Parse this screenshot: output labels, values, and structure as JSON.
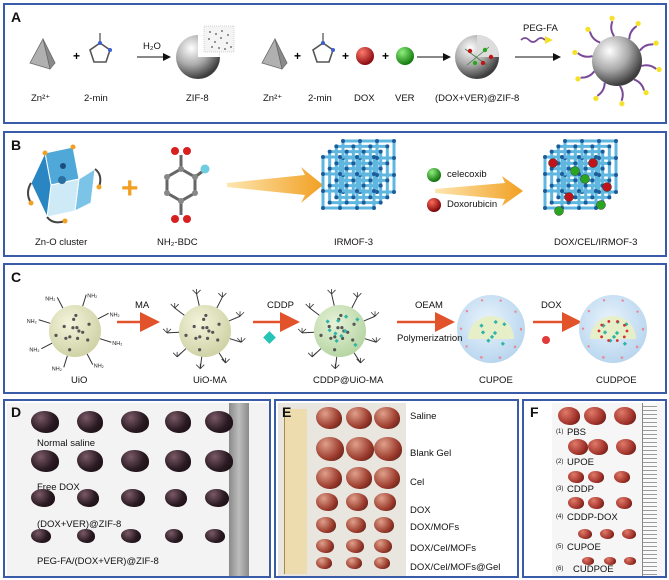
{
  "panels": {
    "A": {
      "label": "A",
      "items": {
        "zn1": "Zn²⁺",
        "min1": "2-min",
        "h2o": "H₂O",
        "zif8": "ZIF-8",
        "zn2": "Zn²⁺",
        "min2": "2-min",
        "dox": "DOX",
        "ver": "VER",
        "product": "(DOX+VER)@ZIF-8",
        "pegfa": "PEG-FA"
      }
    },
    "B": {
      "label": "B",
      "items": {
        "cluster": "Zn-O cluster",
        "linker": "NH₂-BDC",
        "irmof": "IRMOF-3",
        "celecoxib": "celecoxib",
        "doxorubicin": "Doxorubicin",
        "product": "DOX/CEL/IRMOF-3"
      }
    },
    "C": {
      "label": "C",
      "items": {
        "uio": "UiO",
        "ma": "MA",
        "uioma": "UiO-MA",
        "cddp": "CDDP",
        "cddpuio": "CDDP@UiO-MA",
        "oeam": "OEAM",
        "poly": "Polymerizatrion",
        "cupoe": "CUPOE",
        "dox": "DOX",
        "cudpoe": "CUDPOE"
      }
    },
    "D": {
      "label": "D",
      "groups": [
        "Normal saline",
        "Free DOX",
        "(DOX+VER)@ZIF-8",
        "PEG-FA/(DOX+VER)@ZIF-8"
      ]
    },
    "E": {
      "label": "E",
      "groups": [
        "Saline",
        "Blank Gel",
        "Cel",
        "DOX",
        "DOX/MOFs",
        "DOX/Cel/MOFs",
        "DOX/Cel/MOFs@Gel"
      ]
    },
    "F": {
      "label": "F",
      "groups": [
        "PBS",
        "UPOE",
        "CDDP",
        "CDDP-DOX",
        "CUPOE",
        "CUDPOE"
      ],
      "indices": [
        "(1)",
        "(2)",
        "(3)",
        "(4)",
        "(5)",
        "(6)"
      ]
    }
  },
  "colors": {
    "border": "#3a5ba8",
    "arrow_orange": "#f2a022",
    "arrow_red": "#e2522b",
    "dox_red": "#c0141a",
    "ver_green": "#29a61f",
    "mof_blue": "#5fb7e0",
    "tumor_dark": "#2a1a22",
    "tumor_red": "#9a3a2c"
  }
}
